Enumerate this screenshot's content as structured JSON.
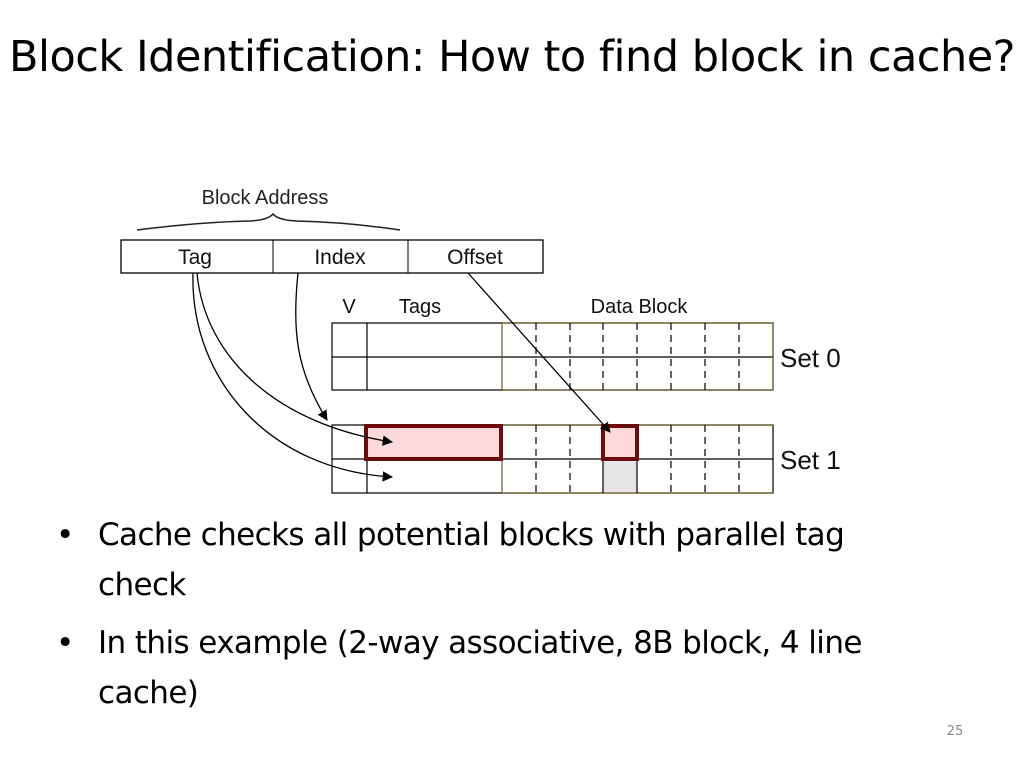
{
  "slide": {
    "title": "Block Identification: How to find block in cache?",
    "page_number": "25"
  },
  "diagram": {
    "block_address_label": "Block Address",
    "address_fields": [
      "Tag",
      "Index",
      "Offset"
    ],
    "column_headers": {
      "valid": "V",
      "tags": "Tags",
      "data_block": "Data Block"
    },
    "sets": [
      {
        "label": "Set 0",
        "ways": 2,
        "highlighted": false
      },
      {
        "label": "Set 1",
        "ways": 2,
        "highlighted": true
      }
    ],
    "data_block_bytes": 8,
    "highlight_color": "#fdd9dc",
    "highlight_border_color": "#6b0b0b",
    "selected_byte_fill": "#e6e6e6"
  },
  "bullets": [
    "Cache checks all potential blocks with parallel tag check",
    "In this example (2-way associative, 8B block, 4 line cache)"
  ]
}
